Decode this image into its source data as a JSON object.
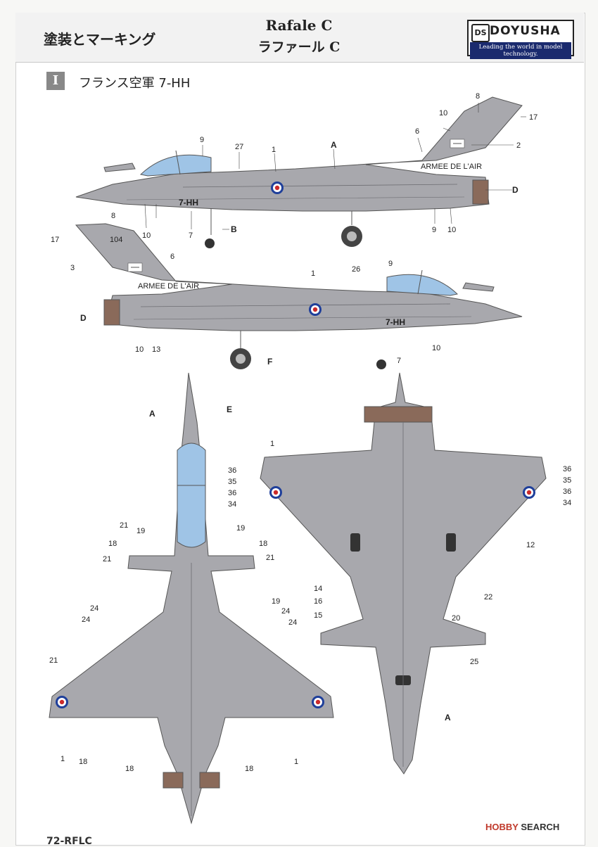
{
  "header": {
    "title": "塗装とマーキング",
    "model_title_en": "Rafale C",
    "model_title_jp": "ラファール C",
    "brand": "DOYUSHA",
    "brand_tagline": "Leading the world in model technology."
  },
  "scheme": {
    "badge": "I",
    "label": "フランス空軍 7-HH"
  },
  "markings": {
    "side_code": "7-HH",
    "tail_text": "ARMEE DE L'AIR",
    "tail_number": "104"
  },
  "callouts": {
    "left_profile": [
      "8",
      "10",
      "17",
      "6",
      "2",
      "9",
      "27",
      "1",
      "A",
      "D",
      "10",
      "7",
      "B",
      "9",
      "10"
    ],
    "right_profile": [
      "8",
      "17",
      "3",
      "6",
      "1",
      "26",
      "9",
      "D",
      "10",
      "13",
      "F",
      "7",
      "10"
    ],
    "top_view": [
      "A",
      "E",
      "21",
      "19",
      "18",
      "21",
      "19",
      "18",
      "21",
      "24",
      "24",
      "19",
      "24",
      "24",
      "21",
      "1",
      "18",
      "18",
      "18",
      "1"
    ],
    "bottom_view": [
      "1",
      "36",
      "35",
      "36",
      "34",
      "36",
      "35",
      "36",
      "34",
      "12",
      "14",
      "16",
      "15",
      "22",
      "20",
      "25",
      "A"
    ]
  },
  "footer": {
    "code": "72-RFLC",
    "watermark_left": "HOBBY",
    "watermark_right": "SEARCH"
  },
  "colors": {
    "aircraft_gray": "#a8a8ad",
    "panel_line": "#6d6d72",
    "canopy": "#9fc4e6",
    "roundel_blue": "#1f3f9a",
    "roundel_red": "#cc2a2a",
    "exhaust": "#8a6a5a"
  }
}
